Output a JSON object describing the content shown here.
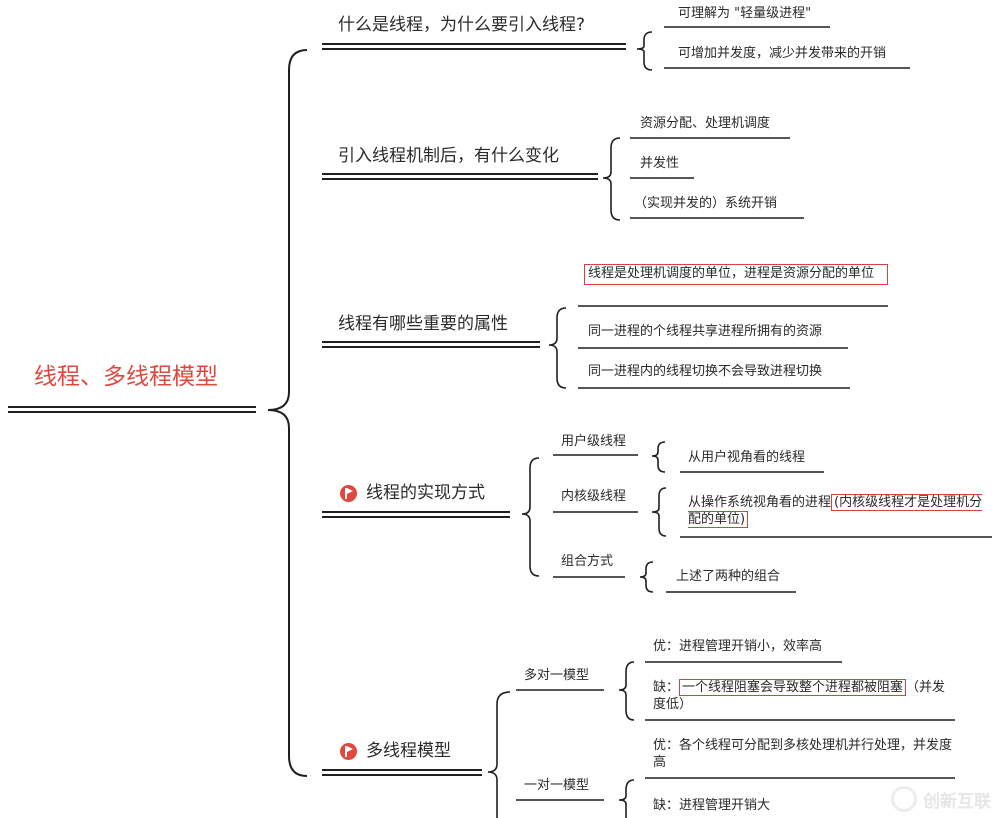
{
  "root": {
    "label": "线程、多线程模型"
  },
  "topics": [
    {
      "label": "什么是线程，为什么要引入线程?",
      "children": [
        {
          "label": "可理解为 \"轻量级进程\""
        },
        {
          "label": "可增加并发度，减少并发带来的开销"
        }
      ]
    },
    {
      "label": "引入线程机制后，有什么变化",
      "children": [
        {
          "label": "资源分配、处理机调度"
        },
        {
          "label": "并发性"
        },
        {
          "label": "（实现并发的）系统开销"
        }
      ]
    },
    {
      "label": "线程有哪些重要的属性",
      "children": [
        {
          "label": "线程是处理机调度的单位，进程是资源分配的单位"
        },
        {
          "label": "同一进程的个线程共享进程所拥有的资源"
        },
        {
          "label": "同一进程内的线程切换不会导致进程切换"
        }
      ]
    },
    {
      "label": "线程的实现方式",
      "icon": "flag-icon",
      "children": [
        {
          "label": "用户级线程",
          "children": [
            {
              "label": "从用户视角看的线程"
            }
          ]
        },
        {
          "label": "内核级线程",
          "children": [
            {
              "label": "从操作系统视角看的进程",
              "highlight": "(内核级线程才是处理机分配的单位)"
            }
          ]
        },
        {
          "label": "组合方式",
          "children": [
            {
              "label": "上述了两种的组合"
            }
          ]
        }
      ]
    },
    {
      "label": "多线程模型",
      "icon": "flag-icon",
      "children": [
        {
          "label": "多对一模型",
          "children": [
            {
              "label": "优：进程管理开销小，效率高"
            },
            {
              "prefix": "缺：",
              "highlight": "一个线程阻塞会导致整个进程都被阻塞",
              "suffix": "（并发度低）"
            }
          ]
        },
        {
          "label": "一对一模型",
          "children": [
            {
              "label": "优：各个线程可分配到多核处理机并行处理，并发度高"
            },
            {
              "label": "缺：进程管理开销大"
            }
          ]
        }
      ]
    }
  ],
  "watermark": {
    "text": "创新互联",
    "icon": "logo-icon"
  }
}
